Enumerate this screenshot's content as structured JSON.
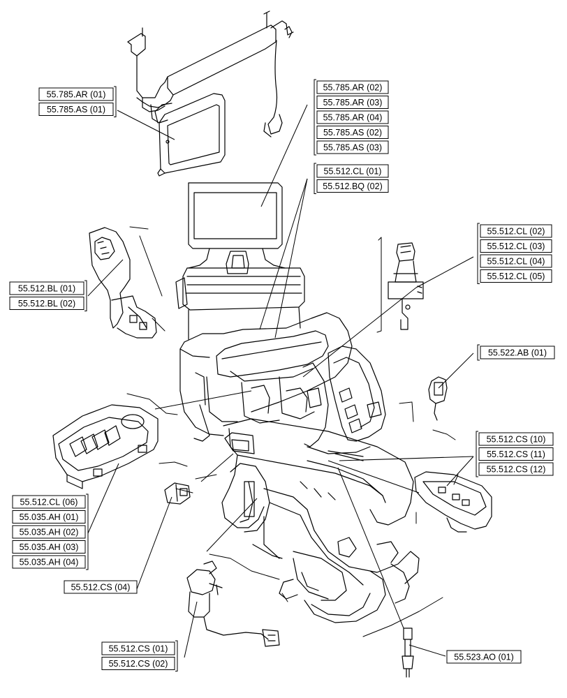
{
  "groups": {
    "display_mount": [
      "55.785.AR (01)",
      "55.785.AS (01)"
    ],
    "display_screen": [
      "55.785.AR (02)",
      "55.785.AR (03)",
      "55.785.AR (04)",
      "55.785.AS (02)",
      "55.785.AS (03)"
    ],
    "armrest_console": [
      "55.512.CL (01)",
      "55.512.BQ (02)"
    ],
    "joystick_right": [
      "55.512.CL (02)",
      "55.512.CL (03)",
      "55.512.CL (04)",
      "55.512.CL (05)"
    ],
    "joystick_left": [
      "55.512.BL (01)",
      "55.512.BL (02)"
    ],
    "switch_socket": [
      "55.522.AB (01)"
    ],
    "side_panel": [
      "55.512.CS (10)",
      "55.512.CS (11)",
      "55.512.CS (12)"
    ],
    "control_module": [
      "55.512.CL (06)",
      "55.035.AH (01)",
      "55.035.AH (02)",
      "55.035.AH (03)",
      "55.035.AH (04)"
    ],
    "switch_block": [
      "55.512.CS (04)"
    ],
    "valve_sensor": [
      "55.512.CS (01)",
      "55.512.CS (02)"
    ],
    "pressure_sensor": [
      "55.523.AO (01)"
    ]
  }
}
